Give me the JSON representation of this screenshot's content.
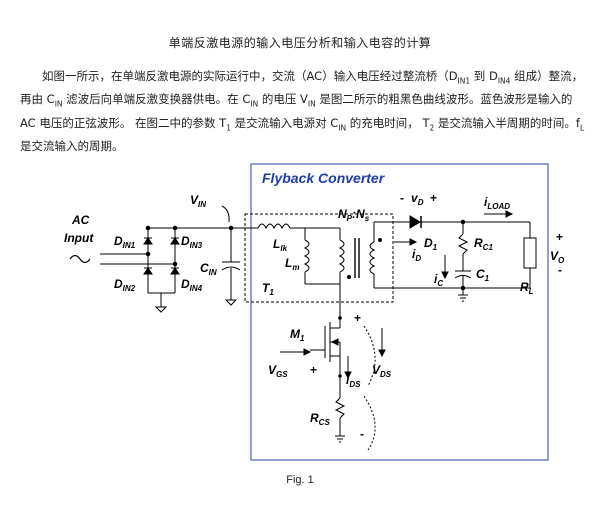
{
  "title": "单端反激电源的输入电压分析和输入电容的计算",
  "paragraph": [
    {
      "t": "如图一所示，在单端反激电源的实际运行中，交流（AC）输入电压经过整流桥（D"
    },
    {
      "t": "IN1",
      "sub": true
    },
    {
      "t": " 到 D"
    },
    {
      "t": "IN4",
      "sub": true
    },
    {
      "t": " 组成）整流，  再由 C"
    },
    {
      "t": "IN",
      "sub": true
    },
    {
      "t": " 滤波后向单端反激变换器供电。在 C"
    },
    {
      "t": "IN",
      "sub": true
    },
    {
      "t": " 的电压 V"
    },
    {
      "t": "IN",
      "sub": true
    },
    {
      "t": " 是图二所示的粗黑色曲线波形。蓝色波形是输入的 AC 电压的正弦波形。 在图二中的参数 T"
    },
    {
      "t": "1",
      "sub": true
    },
    {
      "t": " 是交流输入电源对 C"
    },
    {
      "t": "IN",
      "sub": true
    },
    {
      "t": " 的充电时间，  T"
    },
    {
      "t": "2",
      "sub": true
    },
    {
      "t": " 是交流输入半周期的时间。f"
    },
    {
      "t": "L",
      "sub": true
    },
    {
      "t": " 是交流输入的周期。"
    }
  ],
  "figure": {
    "box_title": "Flyback Converter",
    "labels": {
      "ac": "AC",
      "input": "Input",
      "vin_v": "V",
      "vin_s": "IN",
      "din1_d": "D",
      "din1_s": "IN1",
      "din2_d": "D",
      "din2_s": "IN2",
      "din3_d": "D",
      "din3_s": "IN3",
      "din4_d": "D",
      "din4_s": "IN4",
      "cin_c": "C",
      "cin_s": "IN",
      "llk_l": "L",
      "llk_s": "lk",
      "lm_l": "L",
      "lm_s": "m",
      "t1_t": "T",
      "t1_s": "1",
      "np_n": "N",
      "np_s": "P",
      "ns_sep": ":N",
      "ns_s": "s",
      "vd_minus": "-",
      "vd_v": "v",
      "vd_s": "D",
      "vd_plus": "+",
      "iload_i": "i",
      "iload_s": "LOAD",
      "d1_d": "D",
      "d1_s": "1",
      "id_i": "i",
      "id_s": "D",
      "rc1_r": "R",
      "rc1_s": "C1",
      "ic_i": "i",
      "ic_s": "C",
      "c1_c": "C",
      "c1_s": "1",
      "vo_plus": "+",
      "vo_v": "V",
      "vo_s": "O",
      "vo_minus": "-",
      "rl_r": "R",
      "rl_s": "L",
      "m1_m": "M",
      "m1_s": "1",
      "vgs_v": "V",
      "vgs_s": "GS",
      "vgs_plus": "+",
      "ids_i": "i",
      "ids_s": "DS",
      "vds_v": "V",
      "vds_s": "DS",
      "vds_plus": "+",
      "vds_minus": "-",
      "rcs_r": "R",
      "rcs_s": "CS"
    },
    "colors": {
      "box_border": "#2d3fa6",
      "box_title": "#1f3da8",
      "wire": "#000000"
    }
  },
  "caption": "Fig. 1"
}
